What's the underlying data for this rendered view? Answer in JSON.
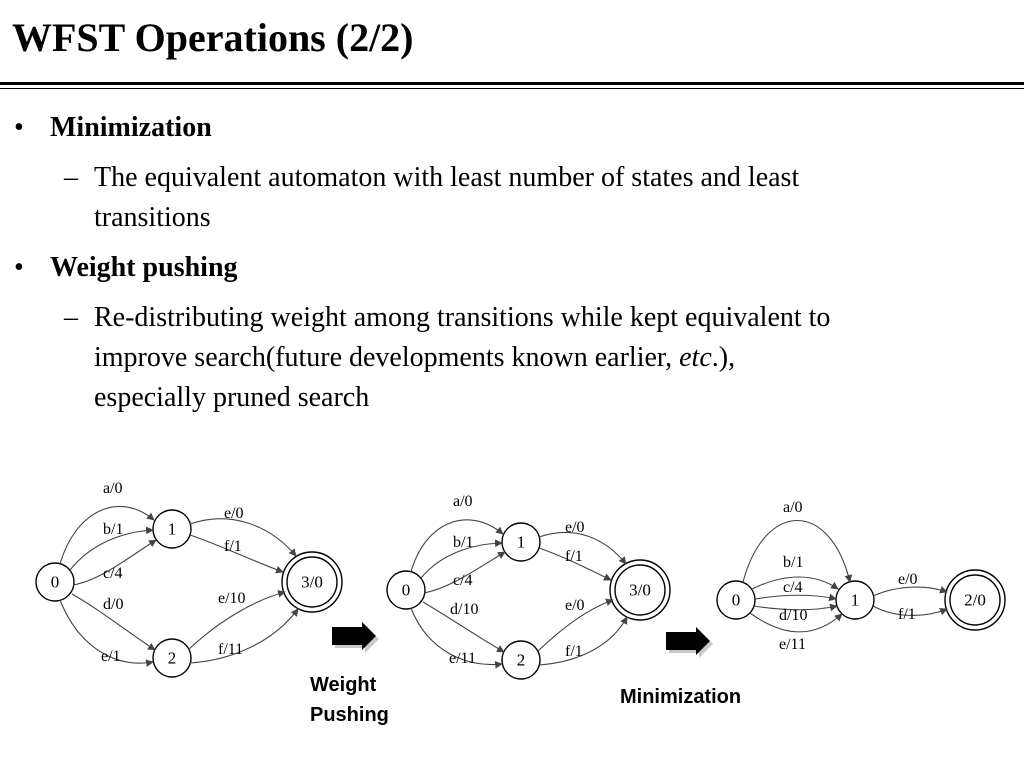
{
  "slide": {
    "title": "WFST Operations (2/2)"
  },
  "bullets": [
    {
      "marker": "•",
      "heading": "Minimization",
      "sub": {
        "marker": "–",
        "line1": "The equivalent automaton with least number of states and  least",
        "line2": "transitions"
      }
    },
    {
      "marker": "•",
      "heading": "Weight pushing",
      "sub": {
        "marker": "–",
        "line1": "Re-distributing weight among transitions while kept equivalent to",
        "line2_pre": "improve search(future developments known earlier, ",
        "line2_em": "etc",
        "line2_post": ".),",
        "line3": "especially pruned search"
      }
    }
  ],
  "diagrams": {
    "original": {
      "states": [
        "0",
        "1",
        "2",
        "3/0"
      ],
      "arcs": [
        "a/0",
        "b/1",
        "c/4",
        "d/0",
        "e/1",
        "e/0",
        "f/1",
        "e/10",
        "f/11"
      ]
    },
    "pushed": {
      "states": [
        "0",
        "1",
        "2",
        "3/0"
      ],
      "arcs": [
        "a/0",
        "b/1",
        "c/4",
        "d/10",
        "e/11",
        "e/0",
        "f/1",
        "e/0",
        "f/1"
      ]
    },
    "minimized": {
      "states": [
        "0",
        "1",
        "2/0"
      ],
      "arcs": [
        "a/0",
        "b/1",
        "c/4",
        "d/10",
        "e/11",
        "e/0",
        "f/1"
      ]
    }
  },
  "captions": {
    "weight_pushing_1": "Weight",
    "weight_pushing_2": "Pushing",
    "minimization": "Minimization"
  }
}
